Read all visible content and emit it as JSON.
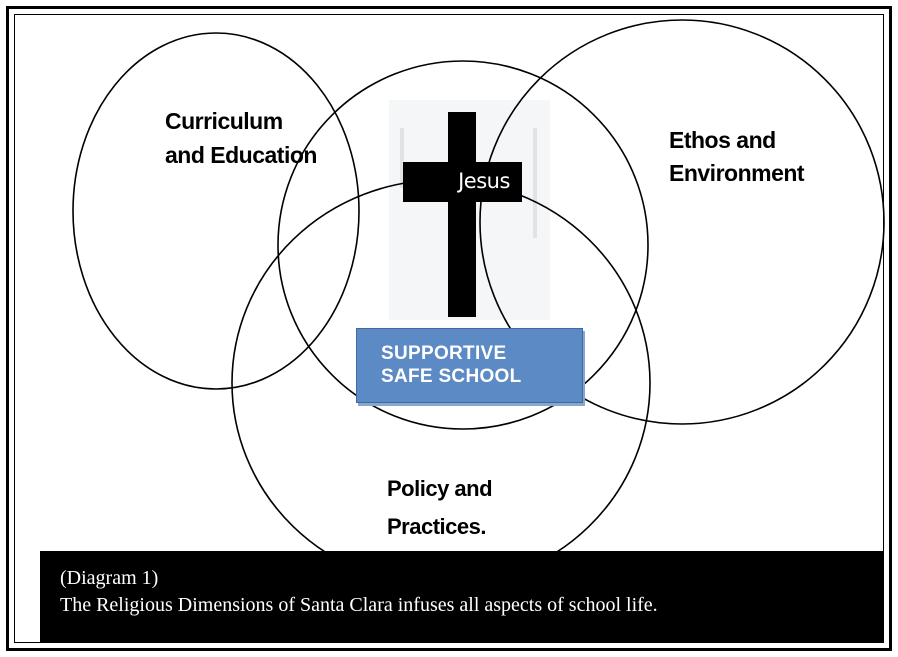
{
  "circles": {
    "curriculum": "Curriculum\nand Education",
    "ethos": "Ethos and\nEnvironment",
    "policy": "Policy and\nPractices."
  },
  "cross": {
    "label": "Jesus"
  },
  "center": {
    "label": "SUPPORTIVE\nSAFE SCHOOL"
  },
  "caption": {
    "line1": "(Diagram 1)",
    "line2": "The Religious Dimensions of Santa Clara infuses all aspects of school life."
  },
  "colors": {
    "box_fill": "#5b8ac4",
    "caption_bg": "#000000"
  }
}
